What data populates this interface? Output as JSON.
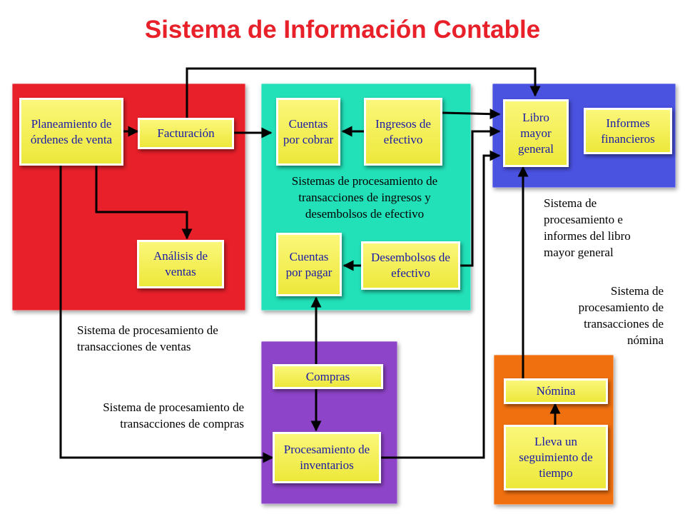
{
  "title": "Sistema de Información Contable",
  "colors": {
    "title": "#e8202a",
    "sales_panel": "#e8202a",
    "cash_panel": "#22e0b8",
    "gl_panel": "#4a52e0",
    "purchase_panel": "#8e44c8",
    "payroll_panel": "#f07010",
    "box_fill": "#f5f055",
    "box_text": "#1a1aa8"
  },
  "boxes": {
    "planeamiento": "Planeamiento de órdenes de venta",
    "facturacion": "Facturación",
    "analisis": "Análisis de ventas",
    "cuentas_cobrar": "Cuentas por cobrar",
    "ingresos": "Ingresos de efectivo",
    "cuentas_pagar": "Cuentas por pagar",
    "desembolsos": "Desembolsos de efectivo",
    "libro_mayor": "Libro mayor general",
    "informes": "Informes financieros",
    "compras": "Compras",
    "inventarios": "Procesamiento de inventarios",
    "nomina": "Nómina",
    "seguimiento": "Lleva un seguimiento de tiempo"
  },
  "labels": {
    "cash_system": "Sistemas de procesamiento de transacciones de ingresos y desembolsos de efectivo",
    "gl_system": "Sistema de procesamiento e informes del libro mayor general",
    "payroll_system": "Sistema de procesamiento de transacciones de nómina",
    "sales_system": "Sistema de procesamiento de transacciones de ventas",
    "purchase_system": "Sistema de procesamiento de transacciones de compras"
  }
}
